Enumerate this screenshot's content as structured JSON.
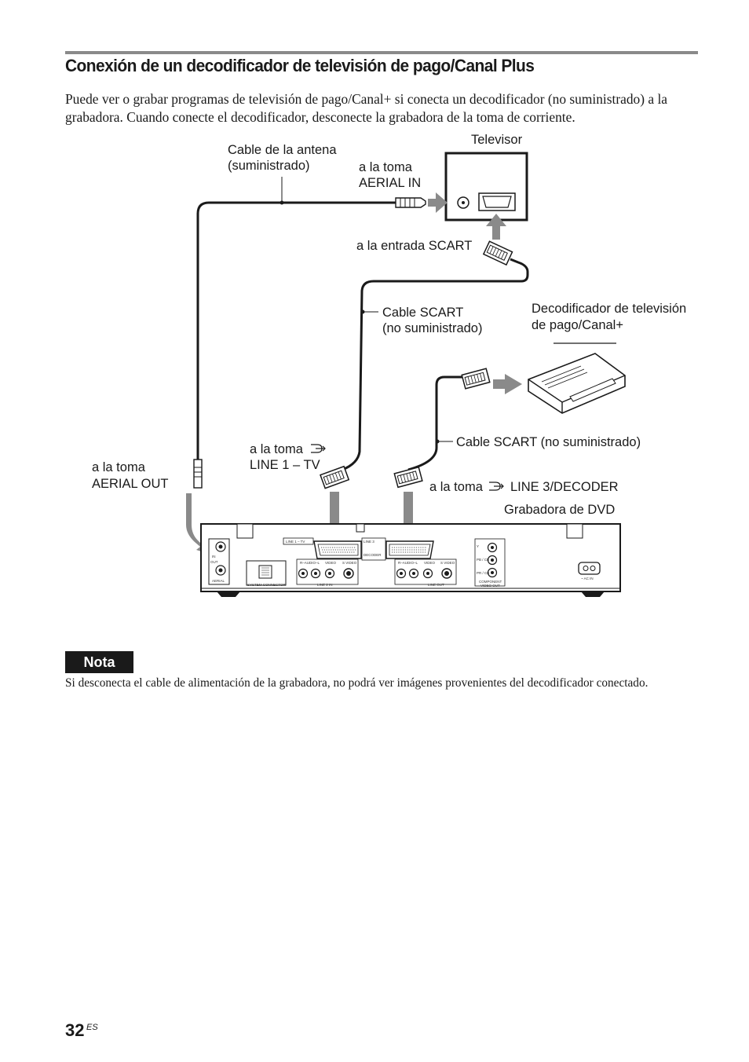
{
  "page": {
    "title": "Conexión de un decodificador de televisión de pago/Canal Plus",
    "intro": "Puede ver o grabar programas de televisión de pago/Canal+ si conecta un decodificador (no suministrado) a la grabadora. Cuando conecte el decodificador, desconecte la grabadora de la toma de corriente.",
    "page_number": "32",
    "page_suffix": "ES"
  },
  "diagram": {
    "labels": {
      "televisor": "Televisor",
      "cable_antena_1": "Cable de la antena",
      "cable_antena_2": "(suministrado)",
      "toma_aerial_in_1": "a la toma",
      "toma_aerial_in_2": "AERIAL IN",
      "entrada_scart": "a la entrada SCART",
      "cable_scart_1": "Cable SCART",
      "cable_scart_2": "(no suministrado)",
      "decodificador_1": "Decodificador de televisión",
      "decodificador_2": "de pago/Canal+",
      "cable_scart_decoder": "Cable SCART (no suministrado)",
      "toma_line1_1": "a la toma",
      "toma_line1_2": "LINE 1 – TV",
      "toma_aerial_out_1": "a la toma",
      "toma_aerial_out_2": "AERIAL OUT",
      "toma_line3_a": "a la toma",
      "toma_line3_b": "LINE 3/DECODER",
      "grabadora": "Grabadora de DVD"
    },
    "panel": {
      "line1_tv": "LINE 1 – TV",
      "line3": "LINE 3",
      "decoder": "DECODER",
      "in": "IN",
      "out": "OUT",
      "aerial": "AERIAL",
      "system_connector": "SYSTEM CONNECTOR",
      "r_audio_l_1": "R–AUDIO–L",
      "video_1": "VIDEO",
      "s_video_1": "S VIDEO",
      "line2_in": "LINE 2 IN",
      "r_audio_l_2": "R–AUDIO–L",
      "video_2": "VIDEO",
      "s_video_2": "S VIDEO",
      "line_out": "LINE OUT",
      "y": "Y",
      "pb": "PB / CB",
      "pr": "PR / CR",
      "component": "COMPONENT",
      "video_out": "VIDEO OUT",
      "ac_in": "~ AC IN"
    }
  },
  "nota": {
    "label": "Nota",
    "text": "Si desconecta el cable de alimentación de la grabadora, no podrá ver imágenes provenientes del decodificador conectado."
  }
}
